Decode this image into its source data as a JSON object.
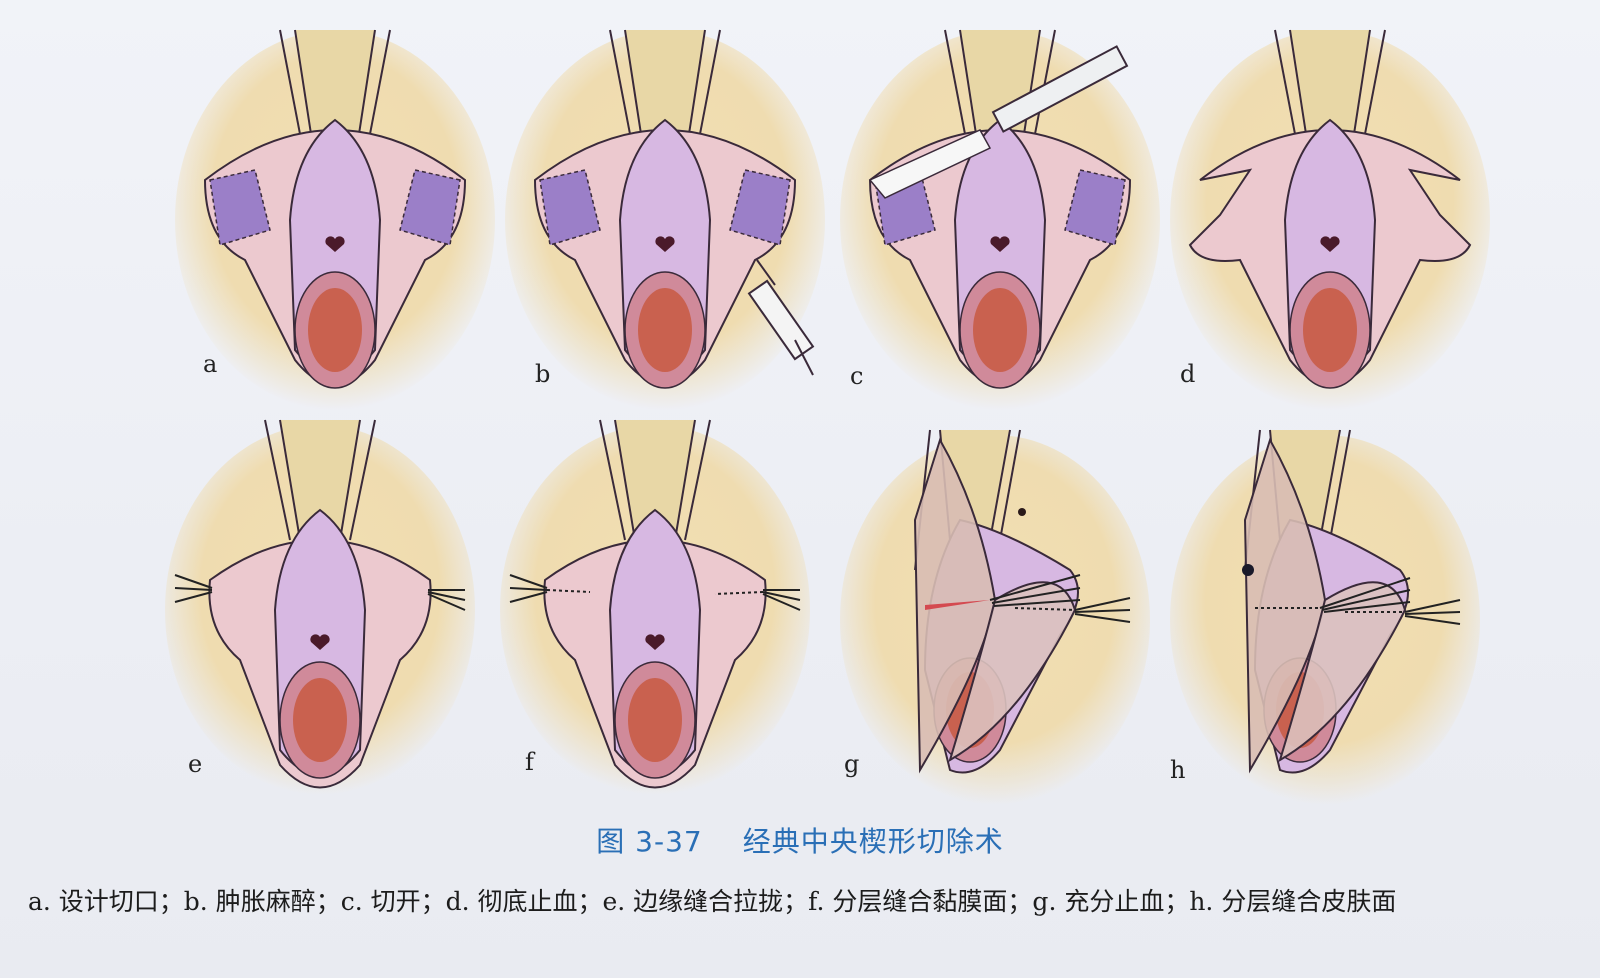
{
  "figure": {
    "title_number": "图 3-37",
    "title_text": "经典中央楔形切除术",
    "caption": "a. 设计切口；b. 肿胀麻醉；c. 切开；d. 彻底止血；e. 边缘缝合拉拢；f. 分层缝合黏膜面；g. 充分止血；h. 分层缝合皮肤面"
  },
  "panels": [
    {
      "label": "a",
      "step": "设计切口"
    },
    {
      "label": "b",
      "step": "肿胀麻醉"
    },
    {
      "label": "c",
      "step": "切开"
    },
    {
      "label": "d",
      "step": "彻底止血"
    },
    {
      "label": "e",
      "step": "边缘缝合拉拢"
    },
    {
      "label": "f",
      "step": "分层缝合黏膜面"
    },
    {
      "label": "g",
      "step": "充分止血"
    },
    {
      "label": "h",
      "step": "分层缝合皮肤面"
    }
  ],
  "colors": {
    "skin_halo": "#efdcb0",
    "thigh": "#e8d7a6",
    "labia_minora": "#ecc9cf",
    "vestibule": "#d7b8e2",
    "excision_zone": "#9b7fc8",
    "introitus_outer": "#d08a9a",
    "introitus_inner": "#c9614f",
    "outline": "#3a2a3a",
    "title_blue": "#2a6fb6"
  },
  "icons": [
    "syringe-icon",
    "scalpel-icon",
    "suture-icon",
    "heart-marker-icon"
  ]
}
